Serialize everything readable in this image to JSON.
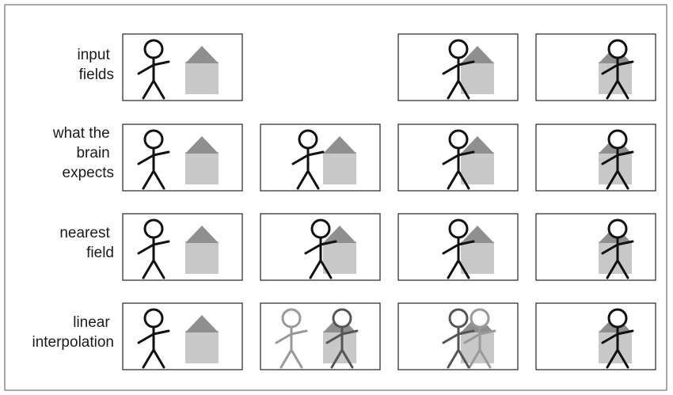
{
  "rows": [
    {
      "label_lines": [
        "input",
        "fields"
      ],
      "panels": [
        {
          "frame": 0,
          "ghost": null
        },
        null,
        {
          "frame": 2,
          "ghost": null
        },
        {
          "frame": 3,
          "ghost": null
        }
      ]
    },
    {
      "label_lines": [
        "what the",
        "brain",
        "expects"
      ],
      "panels": [
        {
          "frame": 0,
          "ghost": null
        },
        {
          "frame": 1,
          "ghost": null
        },
        {
          "frame": 2,
          "ghost": null
        },
        {
          "frame": 3,
          "ghost": null
        }
      ]
    },
    {
      "label_lines": [
        "nearest",
        "field"
      ],
      "panels": [
        {
          "frame": 0,
          "ghost": null
        },
        {
          "frame": 2,
          "ghost": null
        },
        {
          "frame": 2,
          "ghost": null
        },
        {
          "frame": 3,
          "ghost": null
        }
      ]
    },
    {
      "label_lines": [
        "linear",
        "interpolation"
      ],
      "panels": [
        {
          "frame": 0,
          "ghost": null
        },
        {
          "frame": 3,
          "ghost": 0
        },
        {
          "frame": 2,
          "ghost": 3
        },
        {
          "frame": 3,
          "ghost": null
        }
      ]
    }
  ],
  "colors": {
    "frame_border": "#222222",
    "figure_stroke": "#111111",
    "house_body": "#c8c8c8",
    "house_roof": "#8f8f8f",
    "ghost_stroke": "#999999",
    "overlap_stroke": "#555555"
  }
}
